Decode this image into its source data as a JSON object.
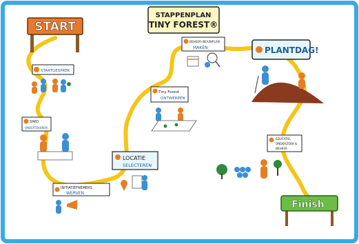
{
  "title": {
    "line1": "STAPPENPLAN",
    "line2": "TINY FOREST®"
  },
  "start_sign": "START",
  "finish_sign": "Finish",
  "steps": [
    {
      "label": "STARTGESPREK"
    },
    {
      "label1": "SWD",
      "label2": "ONDERTEKENEN"
    },
    {
      "label1": "INITIATIEFNEMERS",
      "label2": "WERVEN"
    },
    {
      "label1": "LOCATIE",
      "label2": "SELECTEREN"
    },
    {
      "label1": "Tiny Forest",
      "label2": "ONTWERPEN"
    },
    {
      "label1": "BEHEER-/BOUWPLAN",
      "label2": "MAKEN"
    },
    {
      "label": "PLANTDAG!"
    },
    {
      "label1": "EDUCATIE,",
      "label2": "ONDERZOEK &",
      "label3": "BEHEER"
    }
  ],
  "colors": {
    "border": "#3aa9e6",
    "path": "#f5c518",
    "accent": "#e67e22",
    "figure_blue": "#3a8fd6",
    "sign_orange": "#e8792a",
    "sign_brown": "#8a5a2b",
    "finish_green": "#6cbd45"
  }
}
